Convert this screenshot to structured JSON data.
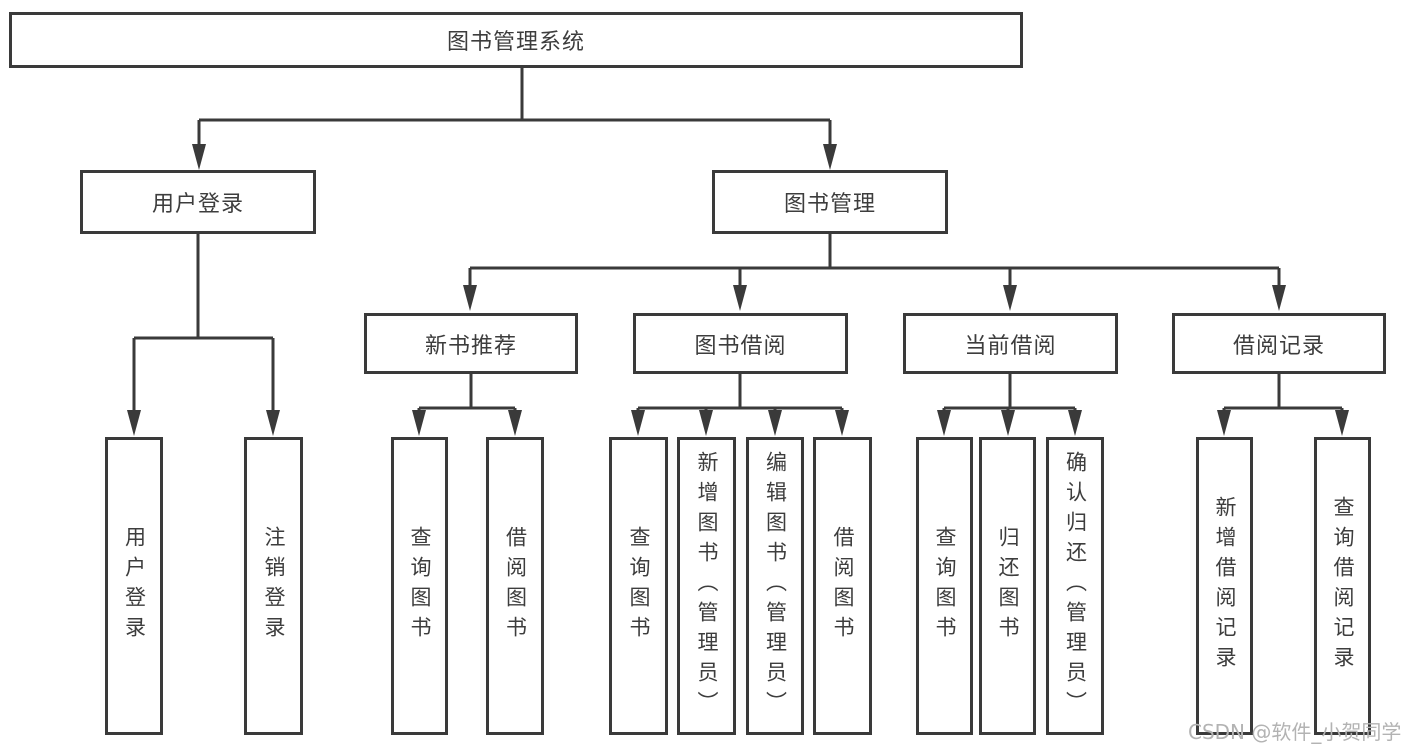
{
  "title": "图书管理系统",
  "tree": {
    "root": "图书管理系统",
    "branches": [
      {
        "label": "用户登录",
        "children": [
          "用户登录",
          "注销登录"
        ]
      },
      {
        "label": "图书管理",
        "groups": [
          {
            "label": "新书推荐",
            "children": [
              "查询图书",
              "借阅图书"
            ]
          },
          {
            "label": "图书借阅",
            "children": [
              "查询图书",
              "新增图书（管理员）",
              "编辑图书（管理员）",
              "借阅图书"
            ]
          },
          {
            "label": "当前借阅",
            "children": [
              "查询图书",
              "归还图书",
              "确认归还（管理员）"
            ]
          },
          {
            "label": "借阅记录",
            "children": [
              "新增借阅记录",
              "查询借阅记录"
            ]
          }
        ]
      }
    ]
  },
  "watermark": "CSDN @软件_小贺同学",
  "colors": {
    "line": "#3a3a3a",
    "text": "#3d3d3d",
    "watermark": "#b3b3b3",
    "background": "#ffffff"
  }
}
